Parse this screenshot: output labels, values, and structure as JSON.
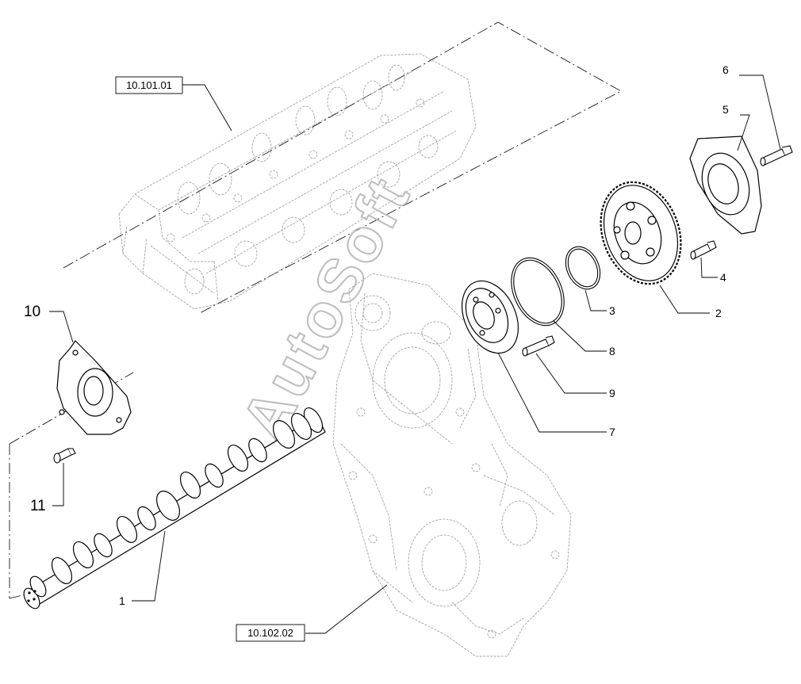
{
  "watermark": "AutoSoft",
  "references": {
    "cylinder_head": "10.101.01",
    "timing_cover": "10.102.02"
  },
  "callouts": {
    "c1": "1",
    "c2": "2",
    "c3": "3",
    "c4": "4",
    "c5": "5",
    "c6": "6",
    "c7": "7",
    "c8": "8",
    "c9": "9",
    "c10": "10",
    "c11": "11"
  },
  "colors": {
    "line": "#000000",
    "ghost": "#8a8a8a",
    "watermark": "#bdbdbd"
  }
}
